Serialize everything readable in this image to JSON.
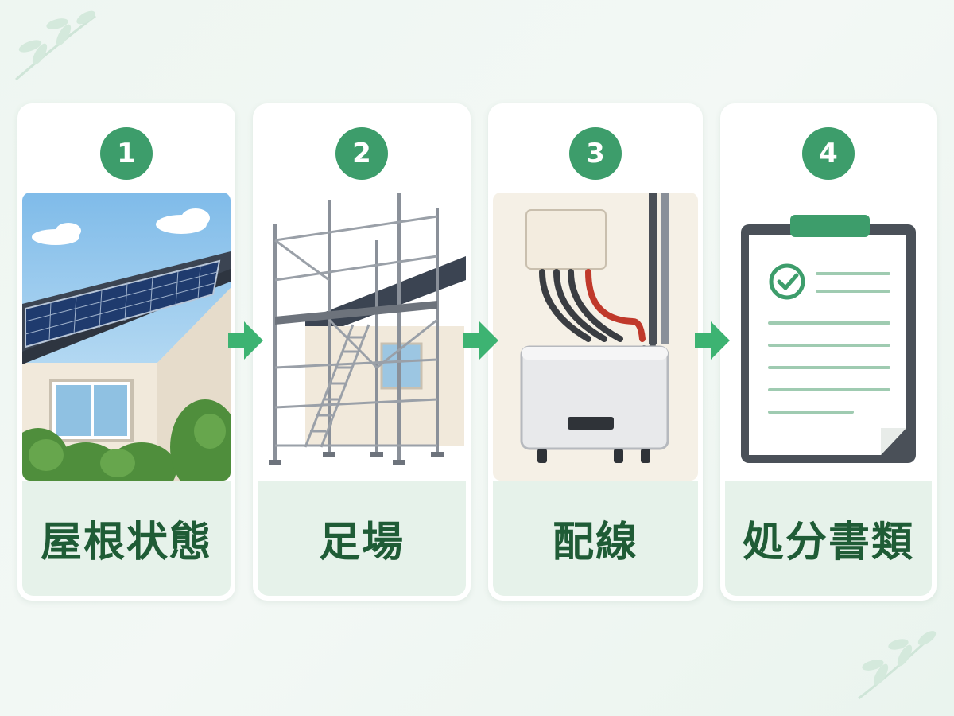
{
  "steps": [
    {
      "number": "1",
      "label": "屋根状態",
      "icon": "solar-roof-illustration"
    },
    {
      "number": "2",
      "label": "足場",
      "icon": "scaffolding-illustration"
    },
    {
      "number": "3",
      "label": "配線",
      "icon": "wiring-inverter-illustration"
    },
    {
      "number": "4",
      "label": "処分書類",
      "icon": "clipboard-document-illustration"
    }
  ],
  "colors": {
    "accent": "#3d9d6b",
    "label_text": "#1f5c36",
    "label_bg": "#e6f2ea",
    "background": "#eef6f1"
  }
}
